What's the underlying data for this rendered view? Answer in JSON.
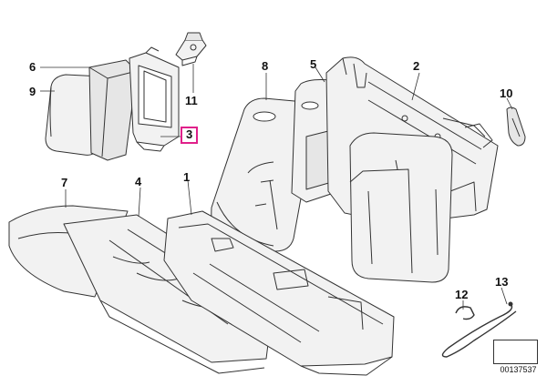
{
  "callouts": [
    {
      "id": "1",
      "label": "1",
      "highlighted": false
    },
    {
      "id": "2",
      "label": "2",
      "highlighted": false
    },
    {
      "id": "3",
      "label": "3",
      "highlighted": true
    },
    {
      "id": "4",
      "label": "4",
      "highlighted": false
    },
    {
      "id": "5",
      "label": "5",
      "highlighted": false
    },
    {
      "id": "6",
      "label": "6",
      "highlighted": false
    },
    {
      "id": "7",
      "label": "7",
      "highlighted": false
    },
    {
      "id": "8",
      "label": "8",
      "highlighted": false
    },
    {
      "id": "9",
      "label": "9",
      "highlighted": false
    },
    {
      "id": "10",
      "label": "10",
      "highlighted": false
    },
    {
      "id": "11",
      "label": "11",
      "highlighted": false
    },
    {
      "id": "12",
      "label": "12",
      "highlighted": false
    },
    {
      "id": "13",
      "label": "13",
      "highlighted": false
    }
  ],
  "document_number": "00137537",
  "colors": {
    "highlight": "#e0208a",
    "line": "#333333",
    "part_fill": "#f2f2f2",
    "part_shade": "#d9d9d9"
  },
  "icons": {
    "nav_arrow": "arrow-down-left-icon"
  }
}
